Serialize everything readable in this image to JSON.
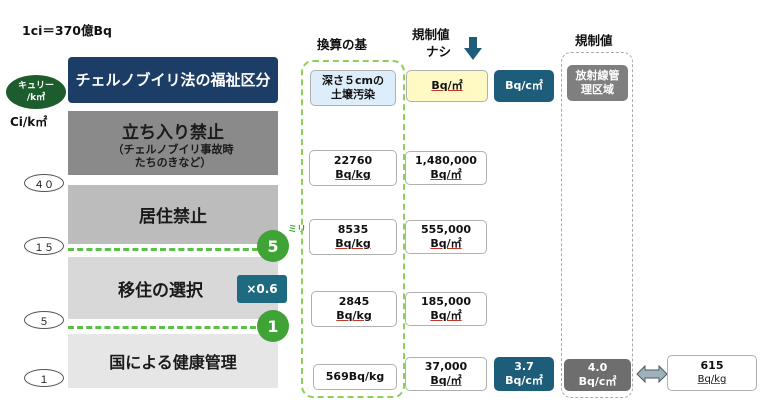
{
  "header": {
    "conversion": "1ci＝370億Bq",
    "basis_header": "換算の基",
    "regulation_header_1": "規制値",
    "regulation_header_1_sub": "ナシ",
    "regulation_header_2": "規制値"
  },
  "units": {
    "curie_pill_1": "キュリー",
    "curie_pill_2": "/k㎡",
    "ci_km2": "Ci/k㎡"
  },
  "levels": [
    "４０",
    "１５",
    "５",
    "１"
  ],
  "zones": {
    "title": "チェルノブイリ法の福祉区分",
    "zone1_main": "立ち入り禁止",
    "zone1_sub1": "（チェルノブイリ事故時",
    "zone1_sub2": "たちのきなど）",
    "zone2": "居住禁止",
    "zone3": "移住の選択",
    "zone4": "国による健康管理"
  },
  "markers": {
    "circle_5": "5",
    "circle_1": "1",
    "mm_label": "ミリ",
    "multiplier": "×0.6"
  },
  "basis": {
    "header_cell_1": "深さ５cmの",
    "header_cell_2": "土壌汚染",
    "values": [
      {
        "num": "22760",
        "unit": "Bq/kg"
      },
      {
        "num": "8535",
        "unit": "Bq/kg"
      },
      {
        "num": "2845",
        "unit": "Bq/kg"
      },
      {
        "num": "569Bq/kg",
        "unit": ""
      }
    ]
  },
  "bq_m2": {
    "header": "Bq/㎡",
    "values": [
      {
        "num": "1,480,000",
        "unit": "Bq/㎡"
      },
      {
        "num": "555,000",
        "unit": "Bq/㎡"
      },
      {
        "num": "185,000",
        "unit": "Bq/㎡"
      },
      {
        "num": "37,000",
        "unit": "Bq/㎡"
      }
    ]
  },
  "bq_cm2": {
    "header": "Bq/c㎡",
    "bottom_num": "3.7",
    "bottom_unit": "Bq/c㎡"
  },
  "radiation_area": {
    "header_1": "放射線管",
    "header_2": "理区域",
    "bottom_num": "4.0",
    "bottom_unit": "Bq/c㎡"
  },
  "result": {
    "num": "615",
    "unit": "Bq/kg"
  }
}
